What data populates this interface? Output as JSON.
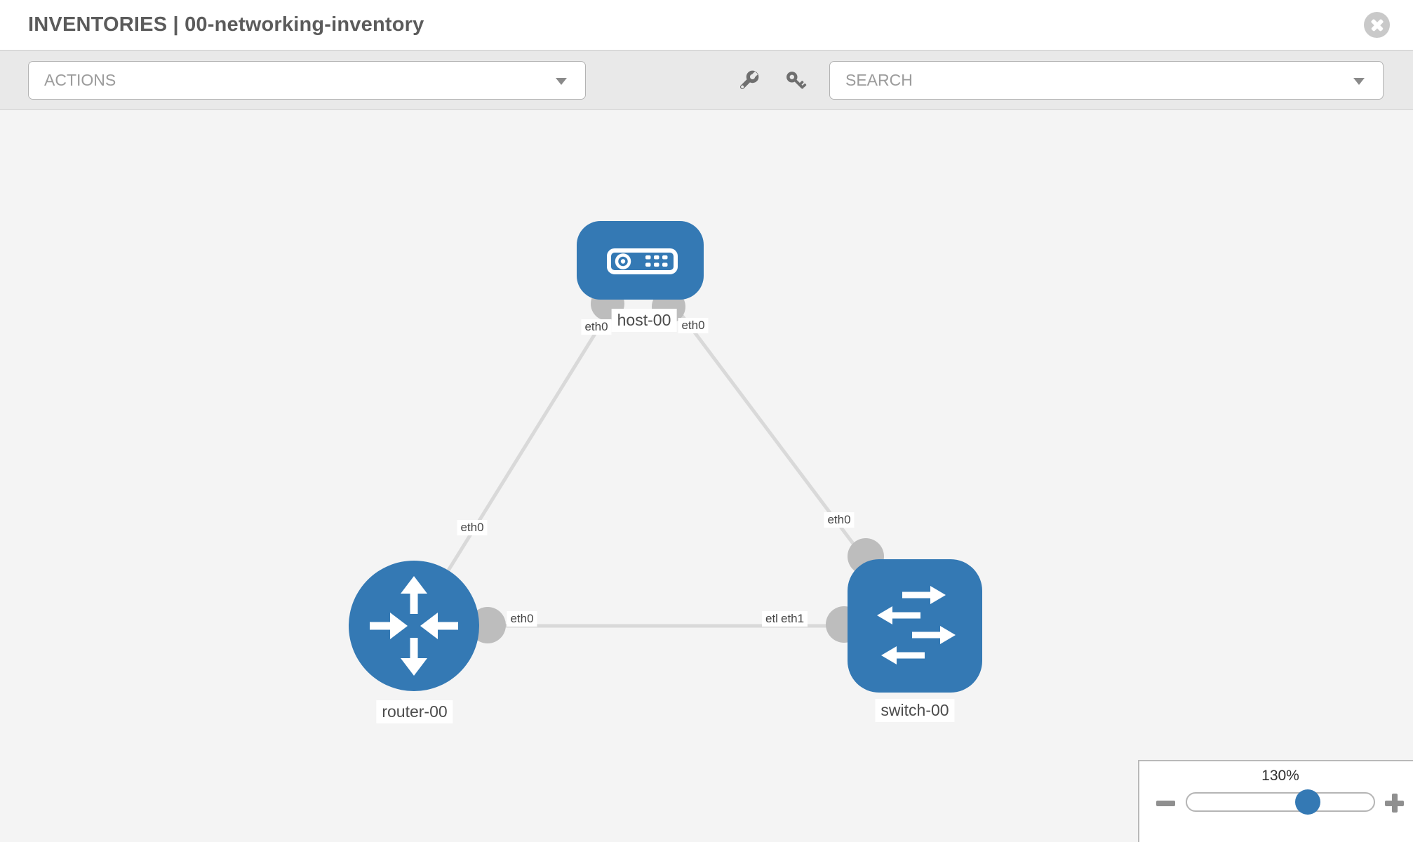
{
  "header": {
    "title": "INVENTORIES | 00-networking-inventory"
  },
  "toolbar": {
    "actions_label": "ACTIONS",
    "search_placeholder": "SEARCH"
  },
  "icons": {
    "close": "x-circle",
    "wrench": "wrench",
    "key": "key",
    "actions_caret": "chevron-down",
    "search_caret": "chevron-down",
    "zoom_out": "minus",
    "zoom_in": "plus"
  },
  "colors": {
    "node_blue": "#3479b4",
    "link_gray": "#d9d9d9",
    "port_gray": "#bdbdbd",
    "canvas_bg": "#f4f4f4",
    "toolbar_bg": "#e9e9e9"
  },
  "diagram": {
    "nodes": [
      {
        "label": "host-00",
        "type": "host"
      },
      {
        "label": "router-00",
        "type": "router"
      },
      {
        "label": "switch-00",
        "type": "switch"
      }
    ],
    "links": [
      {
        "from": "host-00",
        "to": "router-00"
      },
      {
        "from": "host-00",
        "to": "switch-00"
      },
      {
        "from": "router-00",
        "to": "switch-00"
      }
    ],
    "eth_labels": [
      {
        "text": "eth0",
        "at": "host-left"
      },
      {
        "text": "eth0",
        "at": "host-right"
      },
      {
        "text": "eth0",
        "at": "host-router-link"
      },
      {
        "text": "eth0",
        "at": "host-switch-link"
      },
      {
        "text": "eth0",
        "at": "router-switch-link-router-side"
      },
      {
        "text": "etl",
        "at": "router-switch-link-switch-side-clipped"
      },
      {
        "text": "eth1",
        "at": "router-switch-link-switch-side"
      }
    ]
  },
  "zoom_control": {
    "level": "130%"
  }
}
